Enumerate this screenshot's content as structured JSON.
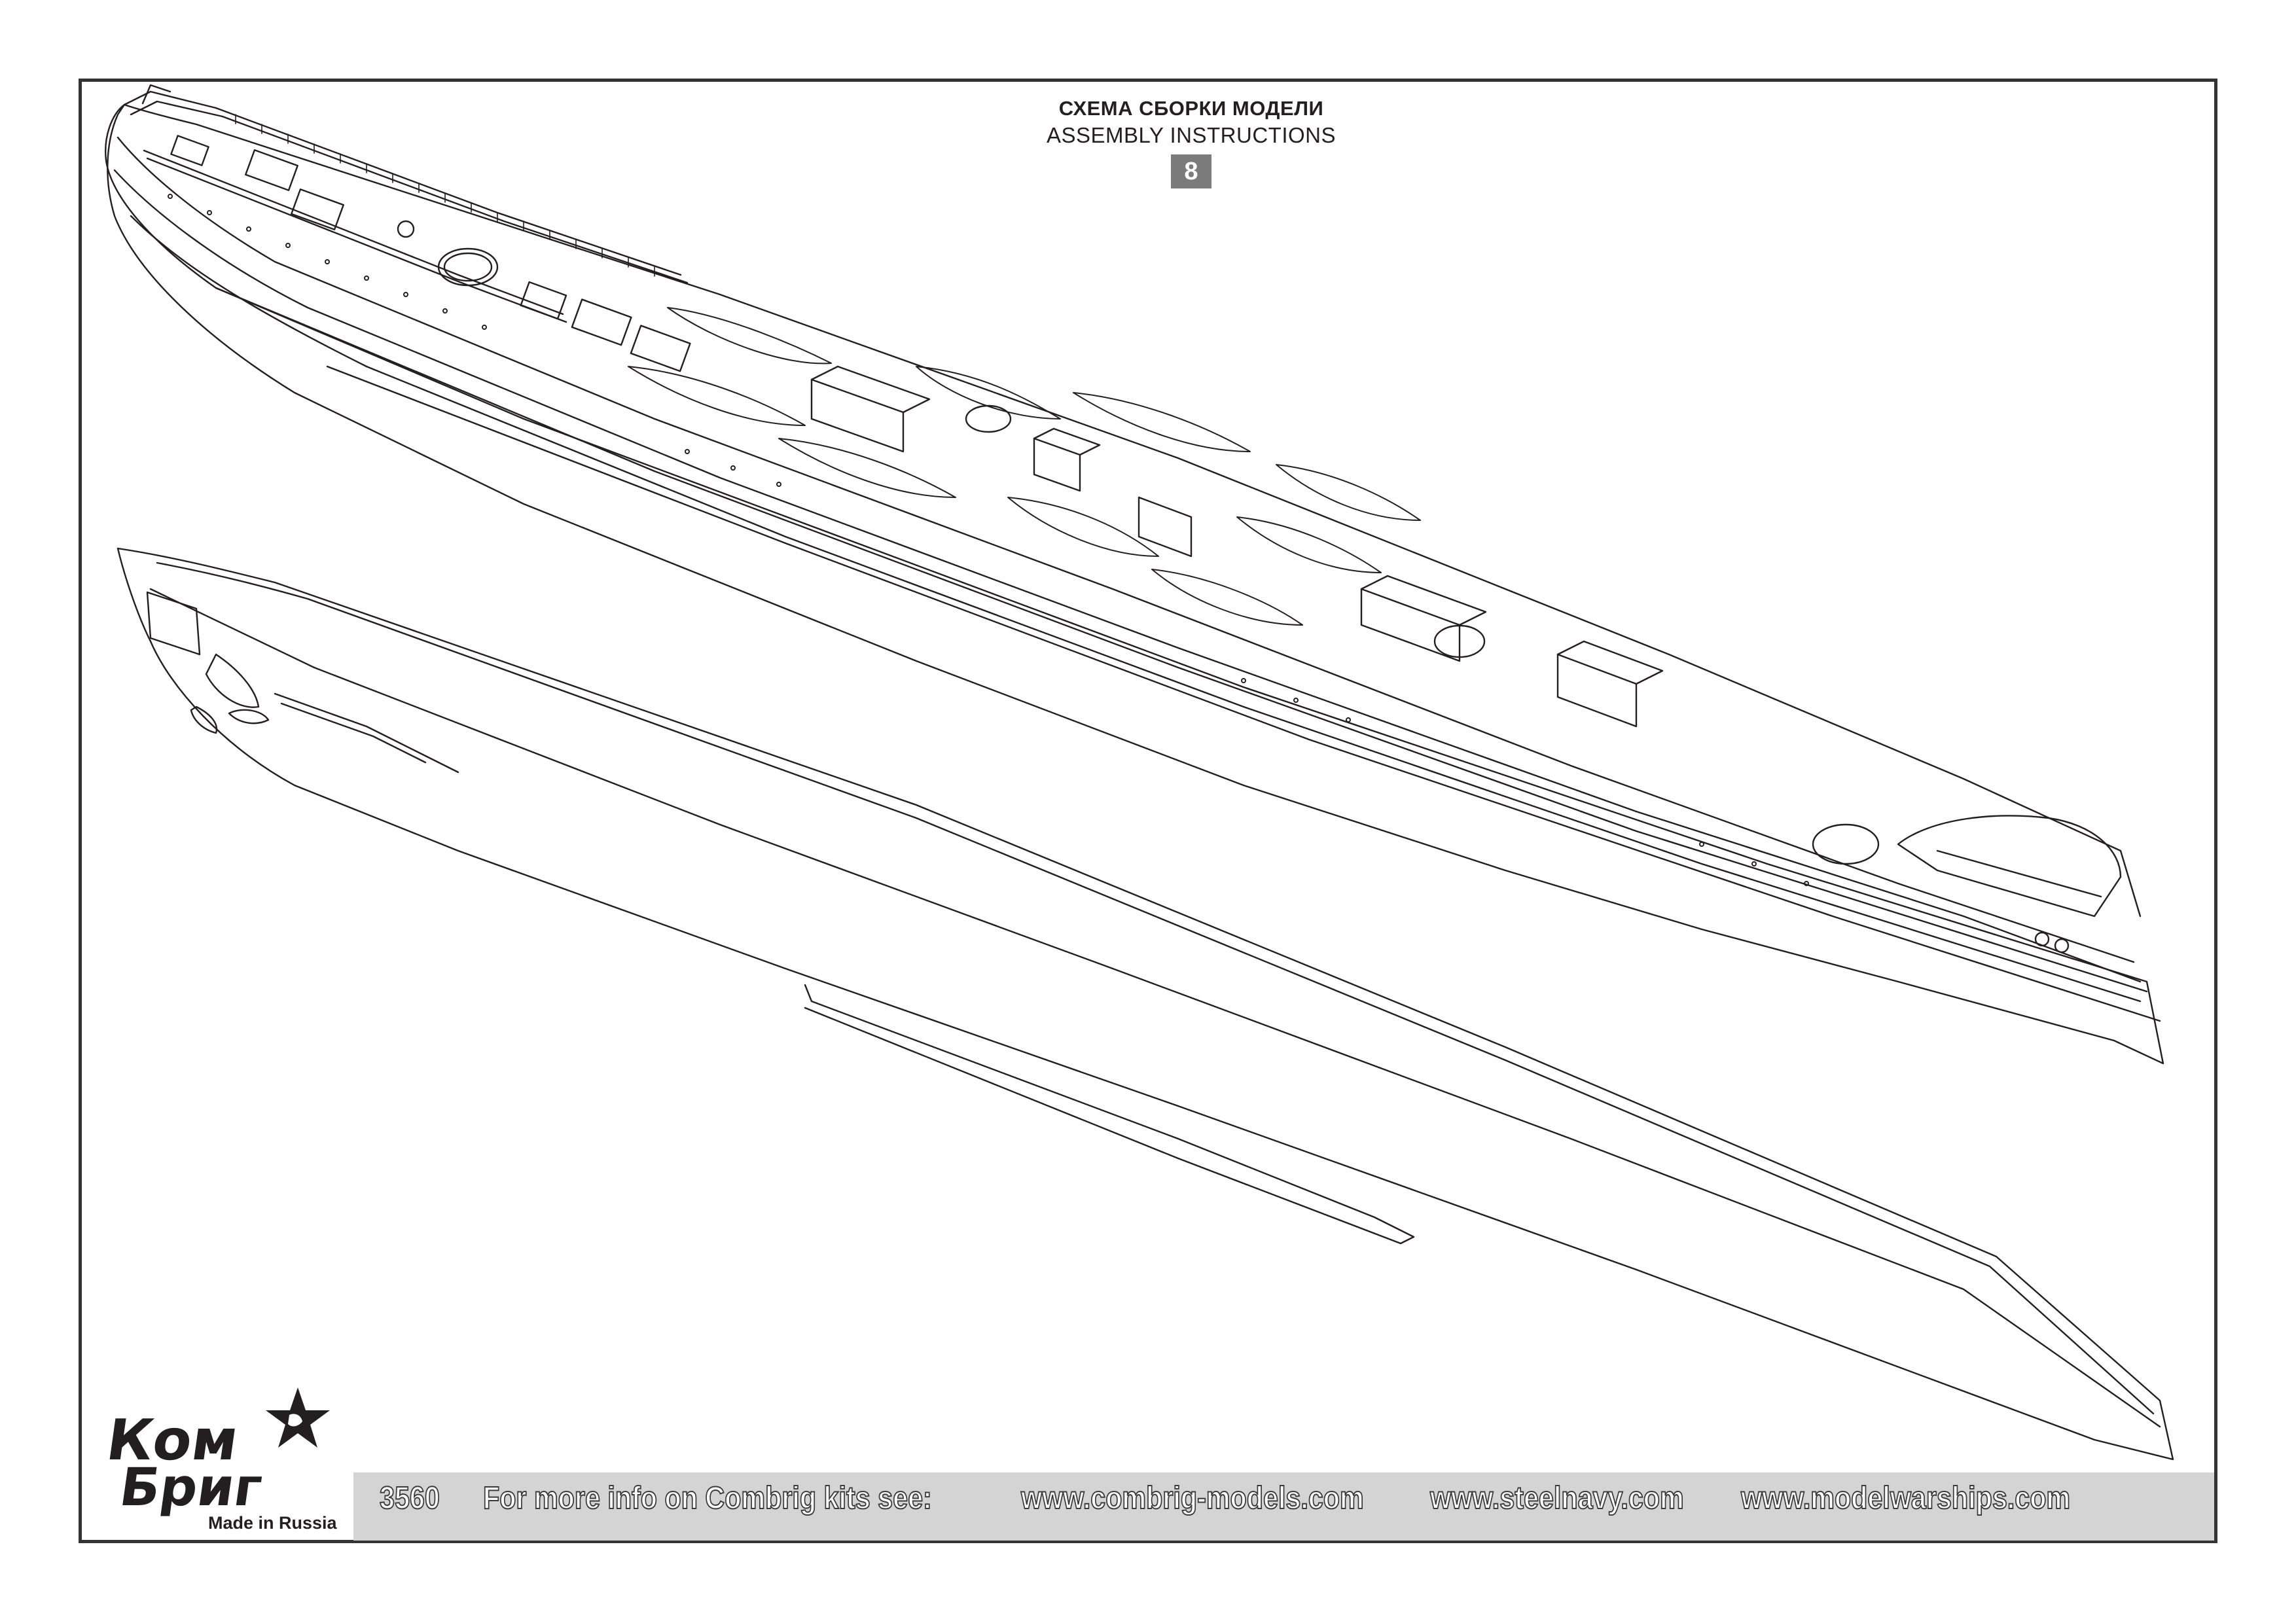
{
  "header": {
    "title_ru": "СХЕМА СБОРКИ МОДЕЛИ",
    "title_en": "ASSEMBLY INSTRUCTIONS",
    "step_number": "8"
  },
  "logo": {
    "line1": "Ком",
    "line2": "Бриг",
    "tagline": "Made in Russia"
  },
  "footer": {
    "kit_number": "3560",
    "info_text": "For more info on Combrig kits see:",
    "links": [
      "www.combrig-models.com",
      "www.steelnavy.com",
      "www.modelwarships.com"
    ]
  },
  "colors": {
    "frame": "#333333",
    "badge": "#7b7b7b",
    "footer_bar": "#d4d4d4",
    "line_art": "#231f20"
  },
  "drawing": {
    "subject_icons": [
      "ship-hull-assembled-icon",
      "hull-lower-part-icon"
    ]
  }
}
